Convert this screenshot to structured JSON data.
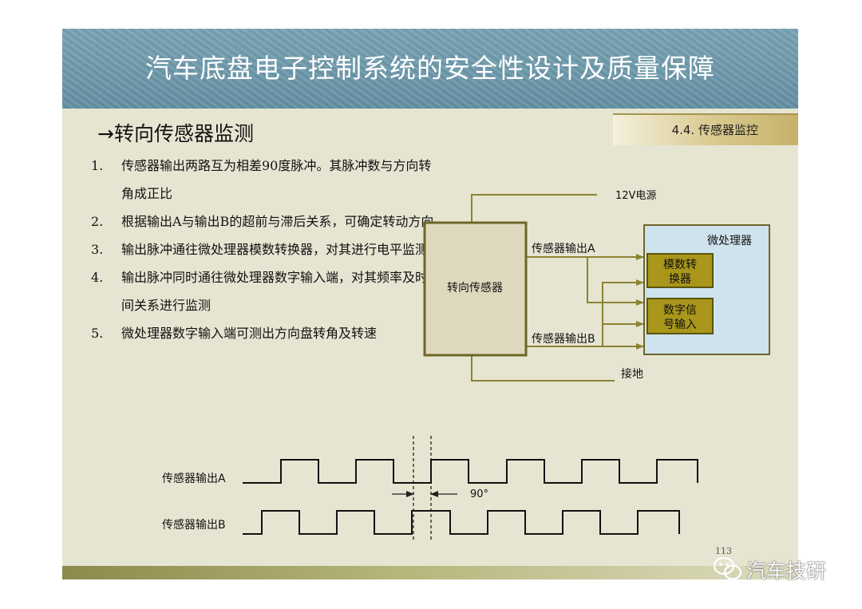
{
  "slide": {
    "title": "汽车底盘电子控制系统的安全性设计及质量保障",
    "section_tag": "4.4. 传感器监控",
    "subtitle": "→转向传感器监测",
    "items": [
      {
        "num": "1.",
        "text": "传感器输出两路互为相差90度脉冲。其脉冲数与方向转角成正比"
      },
      {
        "num": "2.",
        "text": "根据输出A与输出B的超前与滞后关系，可确定转动方向"
      },
      {
        "num": "3.",
        "text": "输出脉冲通往微处理器模数转换器，对其进行电平监测"
      },
      {
        "num": "4.",
        "text": "输出脉冲同时通往微处理器数字输入端，对其频率及时间关系进行监测"
      },
      {
        "num": "5.",
        "text": "微处理器数字输入端可测出方向盘转角及转速"
      }
    ],
    "page_number": "113"
  },
  "diagram": {
    "power_label": "12V电源",
    "sensor_label": "转向传感器",
    "output_a_label": "传感器输出A",
    "output_b_label": "传感器输出B",
    "microprocessor_label": "微处理器",
    "adc_label_line1": "模数转",
    "adc_label_line2": "换器",
    "digital_label_line1": "数字信",
    "digital_label_line2": "号输入",
    "ground_label": "接地",
    "colors": {
      "sensor_box": "#ded9bd",
      "micro_box": "#cfe3ee",
      "inner_box": "#a9961a",
      "wire": "#8d8233"
    }
  },
  "waveform": {
    "label_a": "传感器输出A",
    "label_b": "传感器输出B",
    "phase_label": "90°"
  },
  "watermark": {
    "text": "汽车技研",
    "icon": "wechat-icon"
  }
}
